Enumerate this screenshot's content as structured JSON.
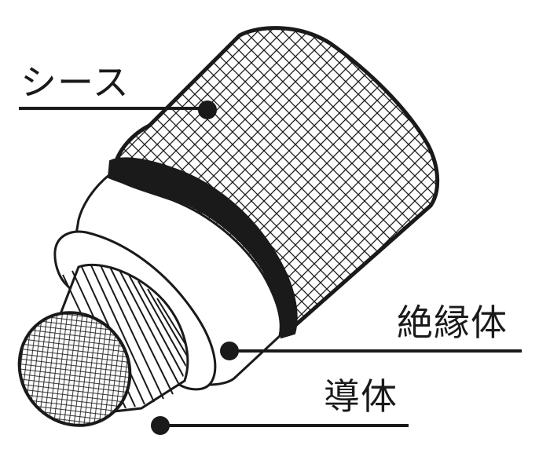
{
  "labels": {
    "sheath": "シース",
    "insulator": "絶縁体",
    "conductor": "導体"
  },
  "colors": {
    "ink": "#1a1a1a",
    "paper": "#ffffff"
  }
}
